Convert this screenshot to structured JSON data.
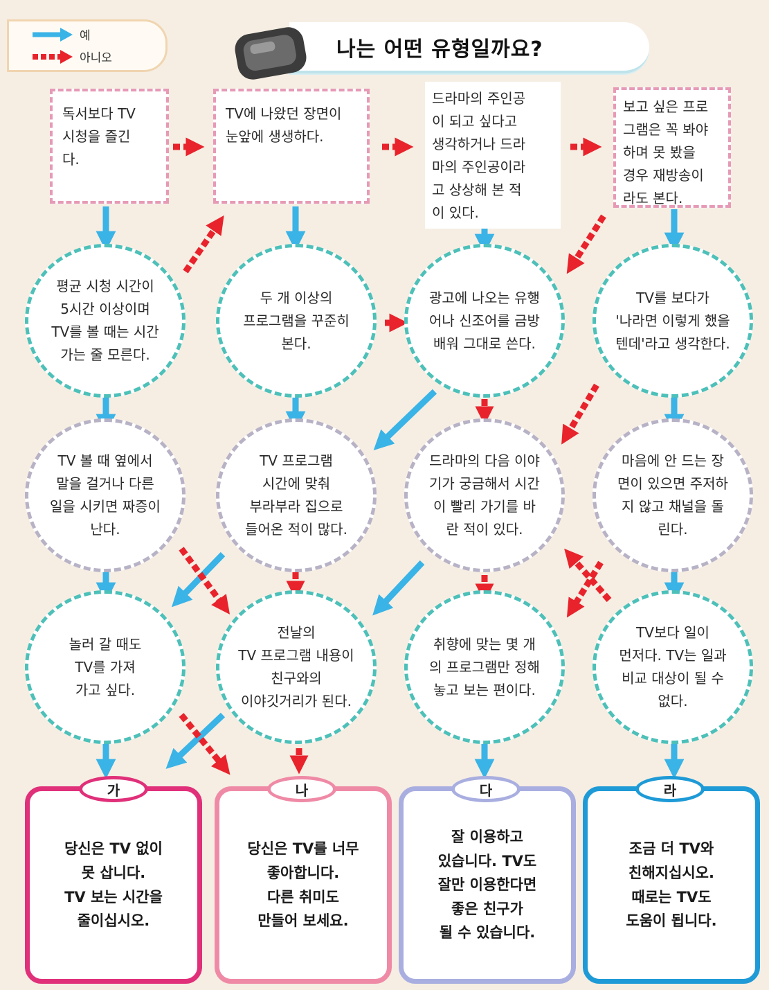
{
  "legend": {
    "yes_label": "예",
    "no_label": "아니오"
  },
  "title": "나는 어떤 유형일까요?",
  "nodes": {
    "n1": "독서보다   TV\n시청을    즐긴\n다.",
    "n2": "TV에 나왔던 장면이\n눈앞에 생생하다.",
    "n3": "드라마의  주인공\n이  되고  싶다고\n생각하거나  드라\n마의  주인공이라\n고  상상해  본  적\n이 있다.",
    "n4": "보고  싶은  프로\n그램은  꼭  봐야\n하며  못  봤을\n경우   재방송이\n라도 본다.",
    "c1": "평균 시청 시간이\n5시간 이상이며\nTV를 볼 때는 시간\n가는 줄 모른다.",
    "c2": "두 개 이상의\n프로그램을 꾸준히\n본다.",
    "c3": "광고에  나오는  유행\n어나  신조어를  금방\n배워 그대로 쓴다.",
    "c4": "TV를 보다가\n'나라면 이렇게 했을\n텐데'라고 생각한다.",
    "d1": "TV 볼 때 옆에서\n말을 걸거나 다른\n일을 시키면 짜증이\n난다.",
    "d2": "TV 프로그램\n시간에 맞춰\n부라부라 집으로\n들어온 적이 많다.",
    "d3": "드라마의  다음  이야\n기가  궁금해서  시간\n이  빨리  가기를  바\n란 적이 있다.",
    "d4": "마음에  안  드는  장\n면이 있으면  주저하\n지  않고   채널을  돌\n린다.",
    "e1": "놀러 갈 때도\nTV를 가져\n가고 싶다.",
    "e2": "전날의\nTV 프로그램 내용이\n친구와의\n이야깃거리가 된다.",
    "e3": "취향에  맞는  몇  개\n의  프로그램만  정해\n놓고 보는 편이다.",
    "e4": "TV보다 일이\n먼저다. TV는 일과\n비교 대상이 될 수\n없다."
  },
  "results": [
    {
      "tag": "가",
      "text": "당신은 TV 없이\n못 삽니다.\nTV 보는 시간을\n줄이십시오.",
      "color": "#e0307a"
    },
    {
      "tag": "나",
      "text": "당신은 TV를 너무\n좋아합니다.\n다른 취미도\n만들어 보세요.",
      "color": "#ef8aa6"
    },
    {
      "tag": "다",
      "text": "잘 이용하고\n있습니다. TV도\n잘만 이용한다면\n좋은 친구가\n될 수 있습니다.",
      "color": "#a9aee0"
    },
    {
      "tag": "라",
      "text": "조금 더 TV와\n친해지십시오.\n때로는 TV도\n도움이 됩니다.",
      "color": "#1e9ad6"
    }
  ],
  "colors": {
    "yes_arrow": "#3ab3e6",
    "no_arrow": "#e8232c",
    "teal_border": "#4cc0b9",
    "pink_border": "#e69ab6"
  }
}
